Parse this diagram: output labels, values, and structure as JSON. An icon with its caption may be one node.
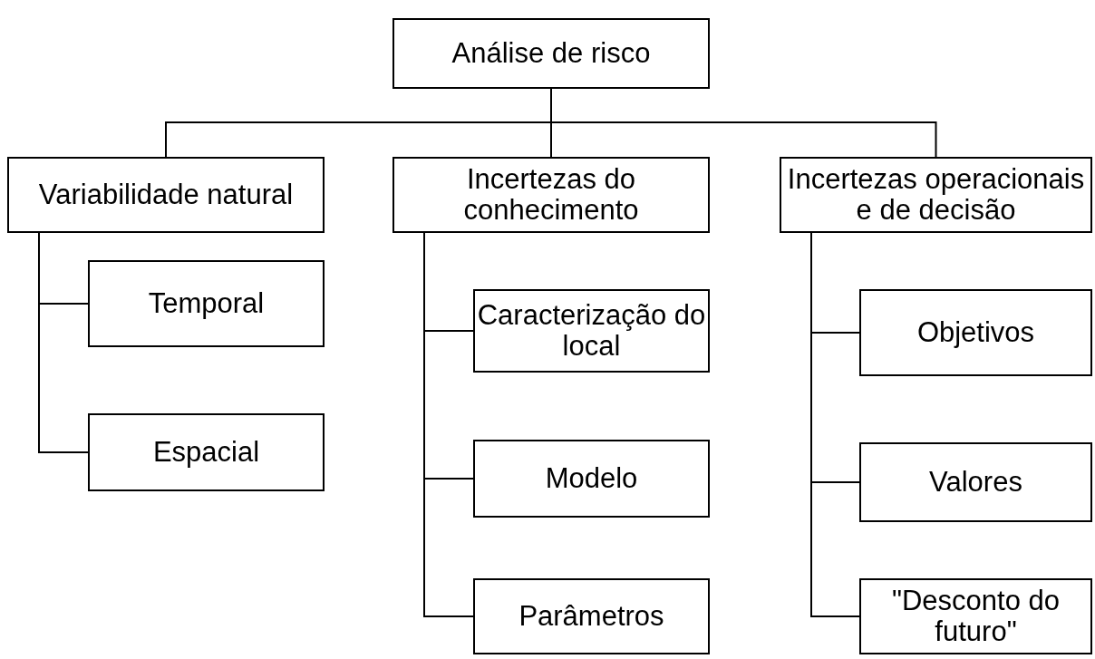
{
  "diagram": {
    "nodes": [
      {
        "text": [
          "Análise de risco"
        ]
      },
      {
        "text": [
          "Variabilidade natural"
        ]
      },
      {
        "text": [
          "Temporal"
        ]
      },
      {
        "text": [
          "Espacial"
        ]
      },
      {
        "text": [
          "Incertezas do conhecimento"
        ]
      },
      {
        "text": [
          "Caracterização do local"
        ]
      },
      {
        "text": [
          "Modelo"
        ]
      },
      {
        "text": [
          "Parâmetros"
        ]
      },
      {
        "text": [
          "Incertezas operacionais e de decisão"
        ]
      },
      {
        "text": [
          "Objetivos"
        ]
      },
      {
        "text": [
          "Valores"
        ]
      },
      {
        "text": [
          "\"Desconto do futuro\""
        ]
      }
    ],
    "edges": [
      {
        "from": 0,
        "to": 1,
        "arrow": "none"
      },
      {
        "from": 0,
        "to": 4,
        "arrow": "none"
      },
      {
        "from": 0,
        "to": 8,
        "arrow": "none"
      },
      {
        "from": 1,
        "to": 2,
        "arrow": "none"
      },
      {
        "from": 1,
        "to": 3,
        "arrow": "none"
      },
      {
        "from": 4,
        "to": 5,
        "arrow": "none"
      },
      {
        "from": 4,
        "to": 6,
        "arrow": "none"
      },
      {
        "from": 4,
        "to": 7,
        "arrow": "none"
      },
      {
        "from": 8,
        "to": 9,
        "arrow": "none"
      },
      {
        "from": 8,
        "to": 10,
        "arrow": "none"
      },
      {
        "from": 8,
        "to": 11,
        "arrow": "none"
      }
    ]
  }
}
